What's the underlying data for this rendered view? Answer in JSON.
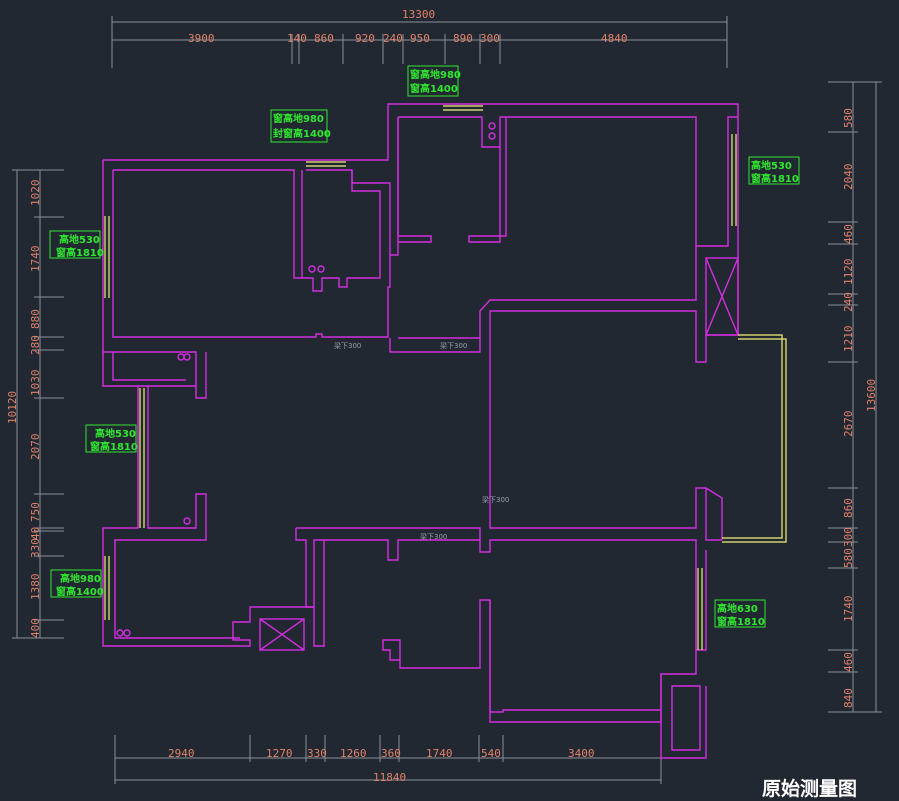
{
  "top_dims": {
    "total": "13300",
    "segments": [
      "3900",
      "140",
      "860",
      "920",
      "240",
      "950",
      "890",
      "300",
      "4840"
    ]
  },
  "bottom_dims": {
    "total": "11840",
    "segments": [
      "2940",
      "1270",
      "330",
      "1260",
      "360",
      "1740",
      "540",
      "3400"
    ]
  },
  "left_dims": {
    "total": "10120",
    "segments": [
      "1020",
      "1740",
      "880",
      "280",
      "1030",
      "2070",
      "750",
      "40",
      "330",
      "1380",
      "400"
    ]
  },
  "right_dims": {
    "total": "13600",
    "segments": [
      "580",
      "2040",
      "460",
      "1120",
      "240",
      "1210",
      "2670",
      "860",
      "300",
      "580",
      "1740",
      "460",
      "840"
    ]
  },
  "windows": [
    {
      "line1": "窗高地980",
      "line2": "窗高1400"
    },
    {
      "line1": "窗高地980",
      "line2": "封窗高1400"
    },
    {
      "line1": "高地530",
      "line2": "窗高1810"
    },
    {
      "line1": "高地530",
      "line2": "窗高1810"
    },
    {
      "line1": "高地530",
      "line2": "窗高1810"
    },
    {
      "line1": "高地980",
      "line2": "窗高1400"
    },
    {
      "line1": "高地630",
      "line2": "窗高1810"
    }
  ],
  "beams": [
    "梁下300",
    "梁下300",
    "梁下300",
    "梁下300"
  ],
  "title": "原始测量图",
  "colors": {
    "background": "#222831",
    "wall": "#d22ee0",
    "window": "#f2f27a",
    "label": "#2fe62f",
    "dimension": "#e0826a"
  }
}
